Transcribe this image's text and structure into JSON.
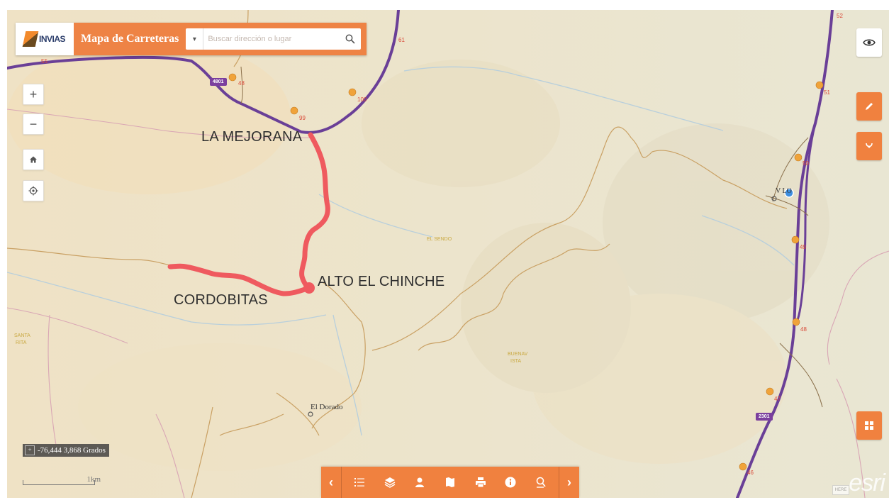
{
  "header": {
    "logo_text": "INVIAS",
    "title": "Mapa de Carreteras",
    "search_placeholder": "Buscar dirección o lugar"
  },
  "map": {
    "places": {
      "la_mejorana": "LA MEJORANA",
      "alto_el_chinche": "ALTO EL CHINCHE",
      "cordobitas": "CORDOBITAS",
      "el_dorado": "El Dorado",
      "vereda": "V   LO"
    },
    "faint_labels": {
      "center": "EL SENDO",
      "left_top": "SANTA",
      "left_bottom": "RITA",
      "lower_top": "BUENAV",
      "lower_bottom": "ISTA"
    },
    "shields": {
      "top": "4801",
      "bottom": "2301"
    },
    "pr_markers": {
      "m48": "48",
      "m99": "99",
      "m100": "100",
      "m51": "51",
      "m50": "50",
      "m49": "49",
      "m46": "48",
      "m47": "47",
      "m46b": "46",
      "m52": "52",
      "m61": "61",
      "m55": "55"
    },
    "highlight_color": "#ef5a5f",
    "road_color": "#6a3f97"
  },
  "coordinates": "-76,444 3,868 Grados",
  "scalebar": "1km",
  "attribution": "esri",
  "attribution_badge": "HERE"
}
